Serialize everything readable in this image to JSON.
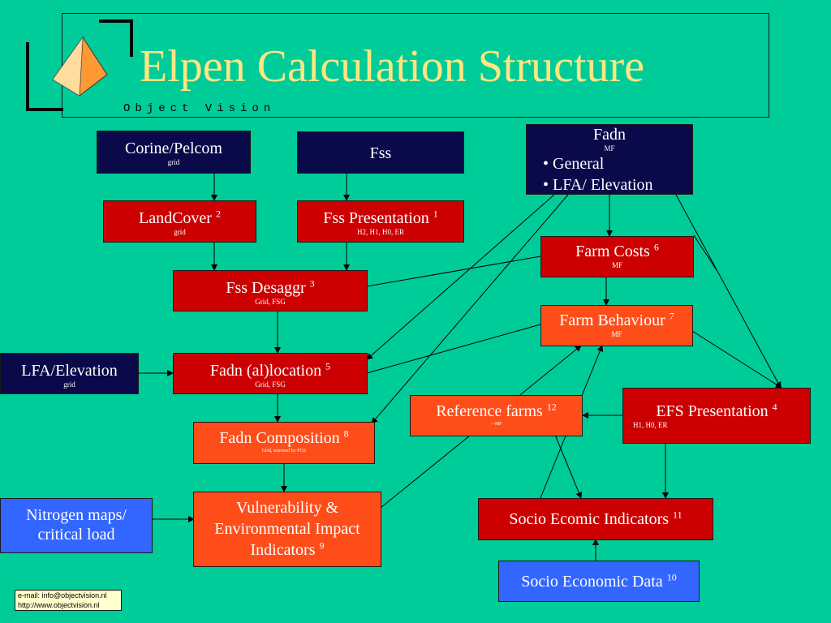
{
  "header": {
    "title": "Elpen Calculation Structure",
    "tagline": "Object Vision"
  },
  "footer": {
    "email": "e-mail: info@objectvision.nl",
    "url": "http://www.objectvision.nl"
  },
  "nodes": {
    "corine": {
      "label": "Corine/Pelcom",
      "sub": "grid"
    },
    "fss": {
      "label": "Fss"
    },
    "fadn": {
      "label": "Fadn",
      "sub": "MF",
      "items": [
        "• General",
        "•  LFA/ Elevation"
      ]
    },
    "landcover": {
      "label": "LandCover",
      "num": "2",
      "sub": "grid"
    },
    "fss_presentation": {
      "label": "Fss Presentation",
      "num": "1",
      "sub": "H2, H1, H0, ER"
    },
    "farm_costs": {
      "label": "Farm Costs",
      "num": "6",
      "sub": "MF"
    },
    "fss_desaggr": {
      "label": "Fss Desaggr",
      "num": "3",
      "sub": "Grid, FSG"
    },
    "farm_behaviour": {
      "label": "Farm Behaviour",
      "num": "7",
      "sub": "MF"
    },
    "lfa_elevation": {
      "label": "LFA/Elevation",
      "sub": "grid"
    },
    "fadn_location": {
      "label": "Fadn (al)location",
      "num": "5",
      "sub": "Grid, FSG"
    },
    "reference_farms": {
      "label": "Reference farms",
      "num": "12",
      "sub": "->MF"
    },
    "efs_presentation": {
      "label": "EFS Presentation",
      "num": "4",
      "sub": "H1, H0, ER"
    },
    "fadn_composition": {
      "label": "Fadn Composition",
      "num": "8",
      "sub": "Grid, summed by FGS"
    },
    "nitrogen": {
      "label": "Nitrogen maps/ critical load"
    },
    "vulnerability": {
      "label": "Vulnerability & Environmental Impact Indicators",
      "num": "9"
    },
    "socio_indicators": {
      "label": "Socio Ecomic Indicators",
      "num": "11"
    },
    "socio_data": {
      "label": "Socio Economic Data",
      "num": "10"
    }
  },
  "colors": {
    "background": "#00cc99",
    "title": "#ffe680",
    "navy": "#0a0a4a",
    "red": "#cc0000",
    "orange": "#ff4d1a",
    "blue": "#3366ff"
  }
}
